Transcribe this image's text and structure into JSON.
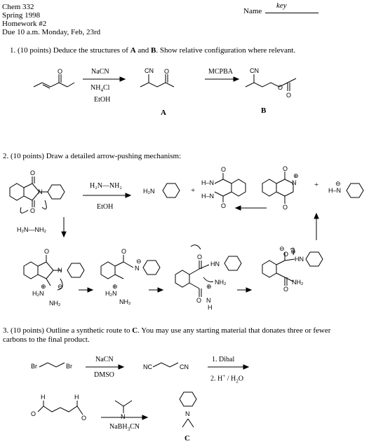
{
  "header": {
    "course": "Chem 332",
    "term": "Spring 1998",
    "assignment": "Homework #2",
    "due": "Due 10 a.m. Monday, Feb, 23rd",
    "name_label": "Name",
    "name_value": "key"
  },
  "q1": {
    "prompt_a": "1.  (10 points) Deduce the structures of ",
    "a": "A",
    "and": " and ",
    "b": "B",
    "prompt_b": ".  Show relative configuration where relevant.",
    "reagent1_a": "NaCN",
    "reagent1_b": "NH",
    "reagent1_b_sub": "4",
    "reagent1_b_end": "Cl",
    "reagent1_c": "EtOH",
    "reagent2": "MCPBA",
    "cn_a": "CN",
    "cn_b": "CN",
    "o1": "O",
    "o2": "O",
    "o3": "O",
    "label_a": "A",
    "label_b": "B"
  },
  "q2": {
    "prompt": "2.  (10 points) Draw a detailed arrow-pushing mechanism:",
    "hydrazine": "H₂N—NH₂",
    "hydrazine_lone": "H₂N—NH₂",
    "etoh": "EtOH",
    "amine": "H₂N",
    "plus1": "+",
    "plus2": "+",
    "amide_anion": "H–N",
    "nh_label": "N",
    "h_label": "H",
    "o_label": "O",
    "nh2": "NH₂",
    "h2n": "H₂N",
    "oplus": "⊕",
    "ominus": "⊖",
    "hn": "HN",
    "oh": "O",
    "n_label": "N"
  },
  "q3": {
    "prompt_a": "3.  (10 points)  Outline a synthetic route to ",
    "c": "C",
    "prompt_b": ".  You may use any starting material that donates three or fewer",
    "prompt_c": "carbons to the final product.",
    "br1": "Br",
    "br2": "Br",
    "reagent1_a": "NaCN",
    "reagent1_b": "DMSO",
    "nc": "NC",
    "cn": "CN",
    "reagent2_a": "1. Dibal",
    "reagent2_b": "2. H",
    "reagent2_b_sup": "+",
    "reagent2_b_end": " / H",
    "reagent2_b_sub": "2",
    "reagent2_b_tail": "O",
    "h1": "H",
    "h2": "H",
    "o1": "O",
    "o2": "O",
    "nabh3cn": "NaBH",
    "nabh3cn_sub": "3",
    "nabh3cn_end": "CN",
    "n": "N",
    "label_c": "C"
  }
}
